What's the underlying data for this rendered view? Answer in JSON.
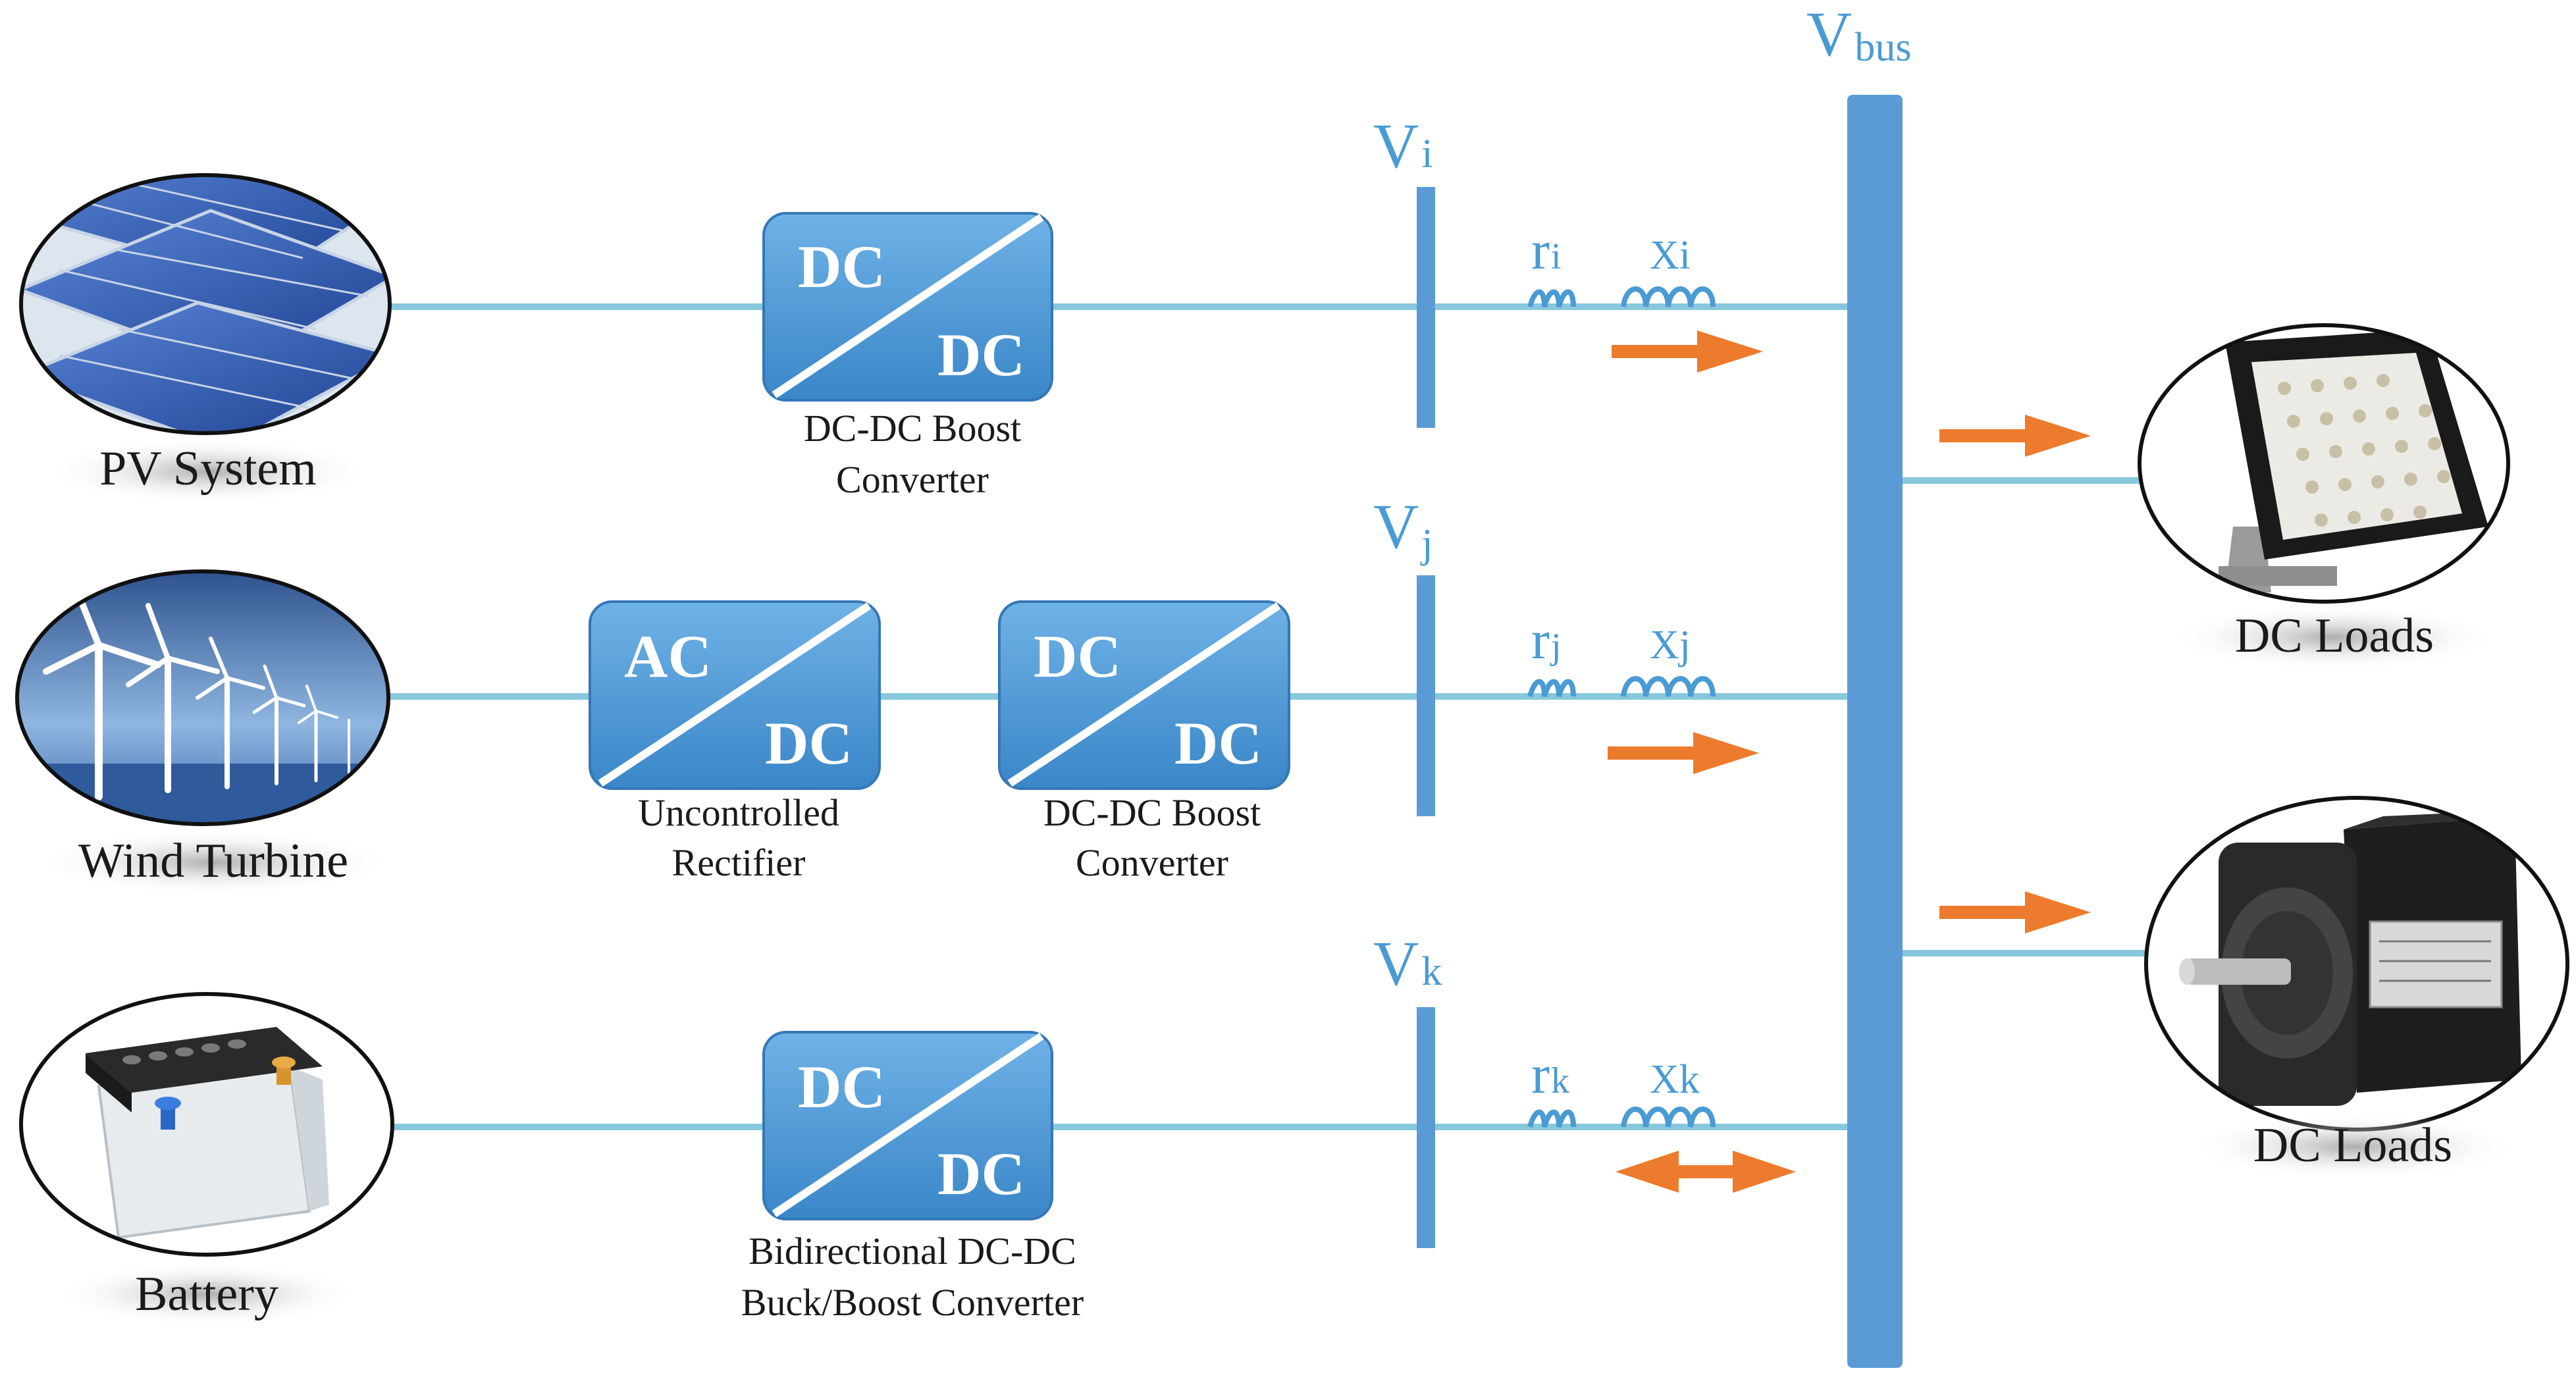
{
  "sources": [
    {
      "id": "pv",
      "label": "PV System",
      "icon": "solar-panel-icon"
    },
    {
      "id": "wind",
      "label": "Wind Turbine",
      "icon": "wind-turbine-icon"
    },
    {
      "id": "battery",
      "label": "Battery",
      "icon": "battery-icon"
    }
  ],
  "converters": {
    "pv_boost": {
      "top": "DC",
      "bottom": "DC",
      "caption1": "DC-DC Boost",
      "caption2": "Converter"
    },
    "rectifier": {
      "top": "AC",
      "bottom": "DC",
      "caption1": "Uncontrolled",
      "caption2": "Rectifier"
    },
    "wind_boost": {
      "top": "DC",
      "bottom": "DC",
      "caption1": "DC-DC Boost",
      "caption2": "Converter"
    },
    "bidir": {
      "top": "DC",
      "bottom": "DC",
      "caption1": "Bidirectional DC-DC",
      "caption2": "Buck/Boost Converter"
    }
  },
  "nodes": {
    "i": {
      "v": "V",
      "v_sub": "i",
      "r": "r",
      "r_sub": "i",
      "x": "Xi"
    },
    "j": {
      "v": "V",
      "v_sub": "j",
      "r": "r",
      "r_sub": "j",
      "x": "Xj"
    },
    "k": {
      "v": "V",
      "v_sub": "k",
      "r": "r",
      "r_sub": "k",
      "x": "Xk"
    }
  },
  "bus": {
    "v": "V",
    "v_sub": "bus"
  },
  "loads": [
    {
      "label": "DC Loads",
      "icon": "led-floodlight-icon"
    },
    {
      "label": "DC Loads",
      "icon": "dc-motor-icon"
    }
  ],
  "colors": {
    "line": "#88c8dc",
    "bar": "#5b9bd5",
    "converter": "#4c98d6",
    "arrow": "#ed7b2e",
    "symbol": "#4a9bd4"
  }
}
